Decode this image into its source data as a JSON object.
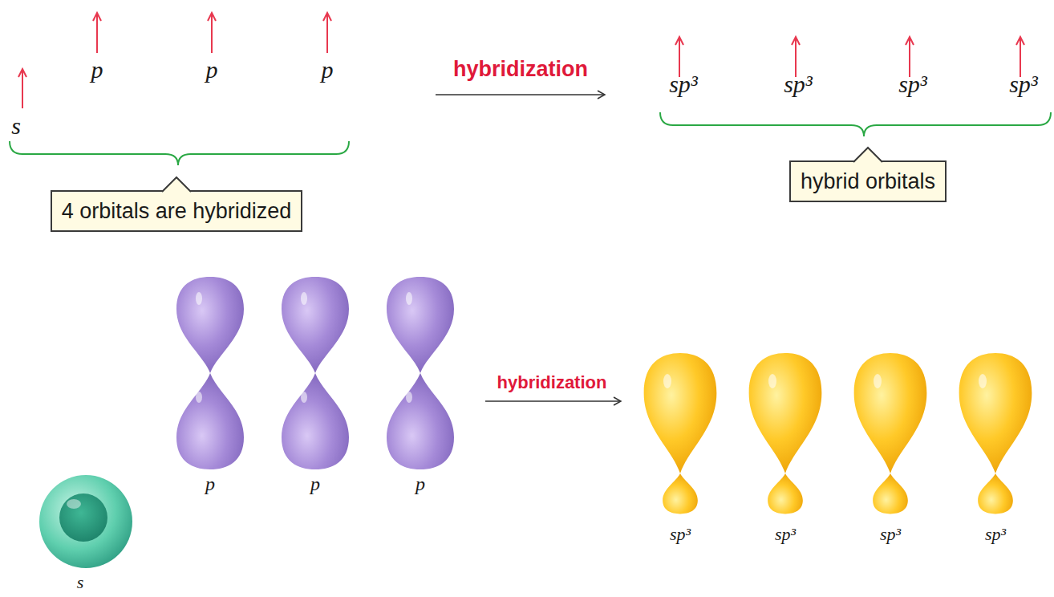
{
  "diagram": {
    "nodes": [
      {
        "text": [
          "4 orbitals are hybridized"
        ]
      },
      {
        "text": [
          "hybrid orbitals"
        ]
      }
    ],
    "labels": [
      "s",
      "p",
      "p",
      "p",
      "hybridization",
      "sp³",
      "sp³",
      "sp³",
      "sp³",
      "p",
      "p",
      "p",
      "s",
      "hybridization",
      "sp³",
      "sp³",
      "sp³",
      "sp³"
    ]
  }
}
